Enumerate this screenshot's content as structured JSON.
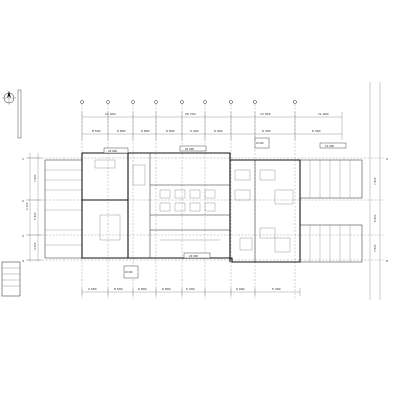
{
  "drawing": {
    "dims_top_outer": [
      "11 900",
      "26 700",
      "13 500",
      "11 900"
    ],
    "dims_top_inner": [
      "8 500",
      "6 800",
      "6 800",
      "6 800",
      "5 200",
      "6 000",
      "6 300",
      "6 300"
    ],
    "dims_bottom": [
      "2 500",
      "8 500",
      "6 800",
      "6 800",
      "5 200",
      "6 000",
      "5 300"
    ],
    "dims_left": [
      "7 600",
      "5 400",
      "3 200",
      "2 100"
    ],
    "dims_right": [
      "7 600",
      "6 800",
      "7 600"
    ],
    "room_labels": [
      "20 000",
      "20 000",
      "20 000",
      "20 000",
      "10 000",
      "10 000"
    ],
    "tags": [
      "1",
      "2",
      "3",
      "4",
      "5",
      "6"
    ]
  }
}
